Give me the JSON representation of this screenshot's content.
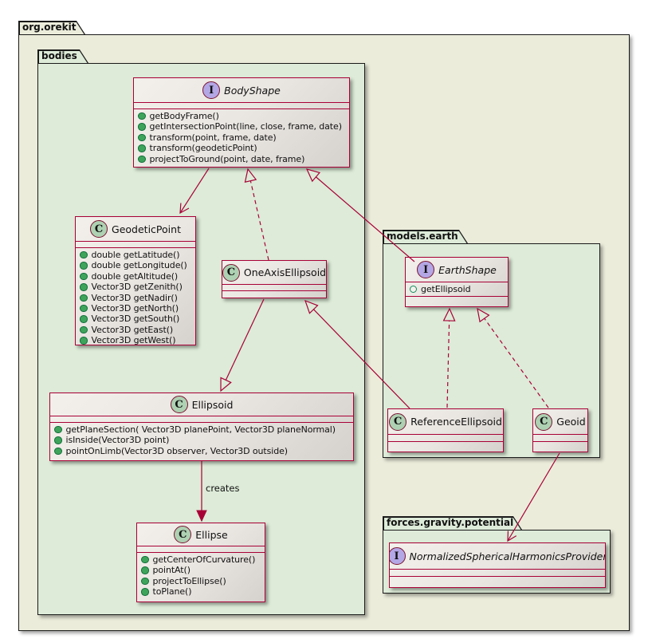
{
  "colors": {
    "canvas_bg": "#FFFFFF",
    "outer_package_bg": "#ECECDB",
    "inner_package_bg": "#DDEBD8",
    "package_border": "#1A1A1A",
    "edge_line": "#A80036",
    "class_border": "#A80036",
    "class_bg_top": "#F3F0EB",
    "class_bg_bottom": "#D5D1CD",
    "class_icon_bg": "#ADD1B2",
    "interface_icon_bg": "#B4A7E5",
    "method_dot_fill": "#3FA45B",
    "method_dot_border": "#0E6F38",
    "text": "#111111"
  },
  "packages": [
    {
      "id": "org_orekit",
      "label": "org.orekit"
    },
    {
      "id": "bodies",
      "label": "bodies"
    },
    {
      "id": "models_earth",
      "label": "models.earth"
    },
    {
      "id": "forces_gravity_potential",
      "label": "forces.gravity.potential"
    }
  ],
  "nodes": [
    {
      "id": "BodyShape",
      "kind": "interface",
      "icon": "I",
      "name": "BodyShape",
      "sections": [
        [],
        [
          {
            "text": "getBodyFrame()",
            "dot": "filled"
          },
          {
            "text": "getIntersectionPoint(line, close, frame, date)",
            "dot": "filled"
          },
          {
            "text": "transform(point, frame, date)",
            "dot": "filled"
          },
          {
            "text": "transform(geodeticPoint)",
            "dot": "filled"
          },
          {
            "text": "projectToGround(point, date, frame)",
            "dot": "filled"
          }
        ]
      ]
    },
    {
      "id": "GeodeticPoint",
      "kind": "class",
      "icon": "C",
      "name": "GeodeticPoint",
      "sections": [
        [],
        [
          {
            "text": "double getLatitude()",
            "dot": "filled"
          },
          {
            "text": "double getLongitude()",
            "dot": "filled"
          },
          {
            "text": "double getAltitude()",
            "dot": "filled"
          },
          {
            "text": "Vector3D getZenith()",
            "dot": "filled"
          },
          {
            "text": "Vector3D getNadir()",
            "dot": "filled"
          },
          {
            "text": "Vector3D getNorth()",
            "dot": "filled"
          },
          {
            "text": "Vector3D getSouth()",
            "dot": "filled"
          },
          {
            "text": "Vector3D getEast()",
            "dot": "filled"
          },
          {
            "text": "Vector3D getWest()",
            "dot": "filled"
          }
        ]
      ]
    },
    {
      "id": "OneAxisEllipsoid",
      "kind": "class",
      "icon": "C",
      "name": "OneAxisEllipsoid",
      "sections": [
        [],
        []
      ]
    },
    {
      "id": "Ellipsoid",
      "kind": "class",
      "icon": "C",
      "name": "Ellipsoid",
      "sections": [
        [],
        [
          {
            "text": "getPlaneSection( Vector3D planePoint, Vector3D planeNormal)",
            "dot": "filled"
          },
          {
            "text": "isInside(Vector3D point)",
            "dot": "filled"
          },
          {
            "text": "pointOnLimb(Vector3D observer, Vector3D outside)",
            "dot": "filled"
          }
        ]
      ]
    },
    {
      "id": "Ellipse",
      "kind": "class",
      "icon": "C",
      "name": "Ellipse",
      "sections": [
        [],
        [
          {
            "text": "getCenterOfCurvature()",
            "dot": "filled"
          },
          {
            "text": "pointAt()",
            "dot": "filled"
          },
          {
            "text": "projectToEllipse()",
            "dot": "filled"
          },
          {
            "text": "toPlane()",
            "dot": "filled"
          }
        ]
      ]
    },
    {
      "id": "EarthShape",
      "kind": "interface",
      "icon": "I",
      "name": "EarthShape",
      "sections": [
        [
          {
            "text": "getEllipsoid",
            "dot": "hollow"
          }
        ],
        []
      ]
    },
    {
      "id": "ReferenceEllipsoid",
      "kind": "class",
      "icon": "C",
      "name": "ReferenceEllipsoid",
      "sections": [
        [],
        []
      ]
    },
    {
      "id": "Geoid",
      "kind": "class",
      "icon": "C",
      "name": "Geoid",
      "sections": [
        [],
        []
      ]
    },
    {
      "id": "NormalizedSphericalHarmonicsProvider",
      "kind": "interface",
      "icon": "I",
      "name": "NormalizedSphericalHarmonicsProvider",
      "sections": [
        [],
        []
      ]
    }
  ],
  "edges": [
    {
      "from": "BodyShape",
      "to": "GeodeticPoint",
      "type": "association",
      "line": "solid",
      "arrow": "vee",
      "label": ""
    },
    {
      "from": "OneAxisEllipsoid",
      "to": "BodyShape",
      "type": "realization",
      "line": "dashed",
      "arrow": "triangle",
      "label": ""
    },
    {
      "from": "EarthShape",
      "to": "BodyShape",
      "type": "extension",
      "line": "solid",
      "arrow": "triangle",
      "label": ""
    },
    {
      "from": "OneAxisEllipsoid",
      "to": "Ellipsoid",
      "type": "extension",
      "line": "solid",
      "arrow": "triangle",
      "label": ""
    },
    {
      "from": "ReferenceEllipsoid",
      "to": "OneAxisEllipsoid",
      "type": "extension",
      "line": "solid",
      "arrow": "triangle",
      "label": ""
    },
    {
      "from": "ReferenceEllipsoid",
      "to": "EarthShape",
      "type": "realization",
      "line": "dashed",
      "arrow": "triangle",
      "label": ""
    },
    {
      "from": "Geoid",
      "to": "EarthShape",
      "type": "realization",
      "line": "dashed",
      "arrow": "triangle",
      "label": ""
    },
    {
      "from": "Geoid",
      "to": "NormalizedSphericalHarmonicsProvider",
      "type": "association",
      "line": "solid",
      "arrow": "vee",
      "label": ""
    },
    {
      "from": "Ellipsoid",
      "to": "Ellipse",
      "type": "dependency",
      "line": "solid",
      "arrow": "filled",
      "label": "creates"
    }
  ]
}
